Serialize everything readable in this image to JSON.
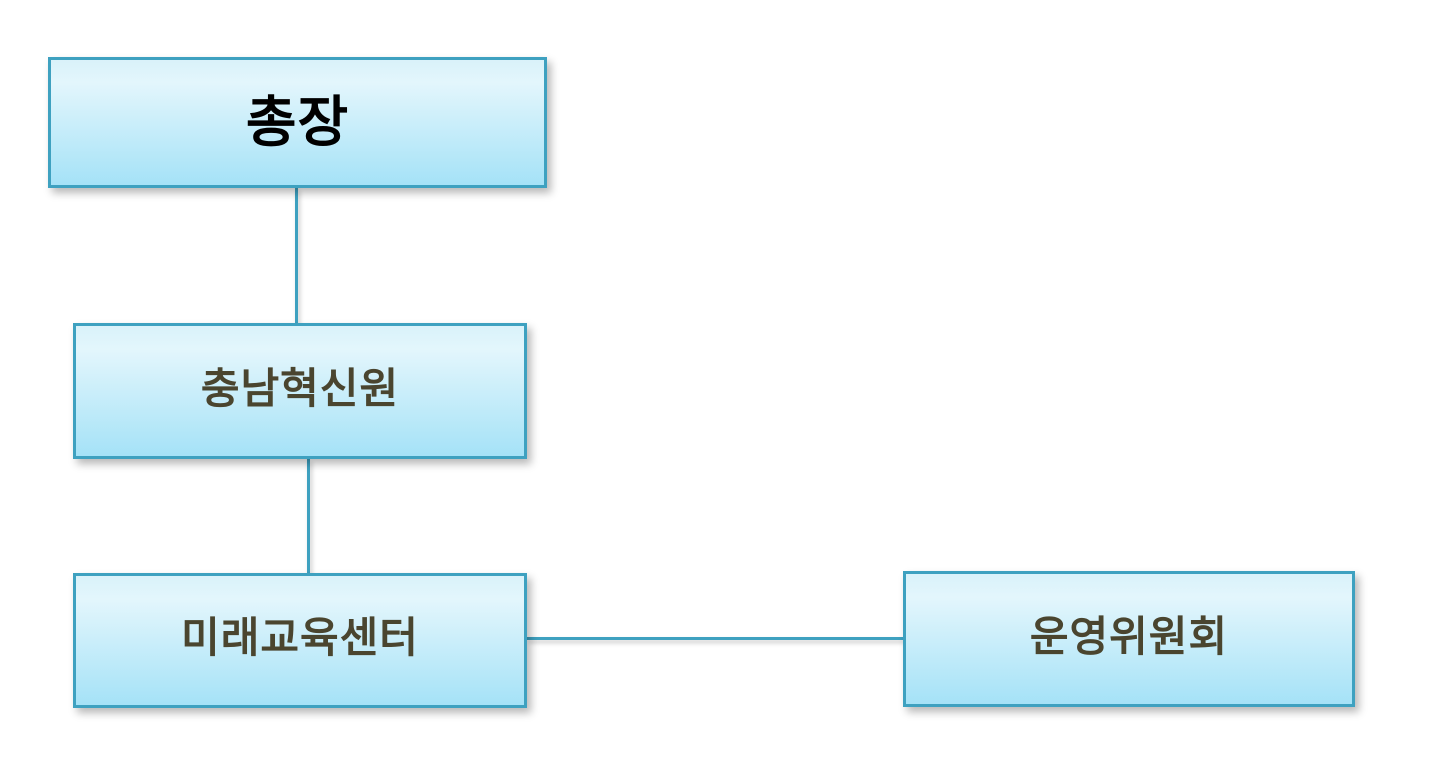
{
  "diagram": {
    "type": "org-chart",
    "nodes": [
      {
        "id": "president",
        "label": "총장",
        "level": 1
      },
      {
        "id": "chungnam-innovation-institute",
        "label": "충남혁신원",
        "level": 2
      },
      {
        "id": "future-education-center",
        "label": "미래교육센터",
        "level": 3
      },
      {
        "id": "steering-committee",
        "label": "운영위원회",
        "level": 3
      }
    ],
    "edges": [
      {
        "from": "president",
        "to": "chungnam-innovation-institute",
        "orientation": "vertical"
      },
      {
        "from": "chungnam-innovation-institute",
        "to": "future-education-center",
        "orientation": "vertical"
      },
      {
        "from": "future-education-center",
        "to": "steering-committee",
        "orientation": "horizontal"
      }
    ],
    "colors": {
      "line_and_border": "#3EA1C0",
      "box_fill_top": "#D9F2FA",
      "box_fill_bottom": "#A5E2F7",
      "text_primary_node": "#000000",
      "text_other_nodes": "#4A452F",
      "background": "#FFFFFF"
    }
  }
}
